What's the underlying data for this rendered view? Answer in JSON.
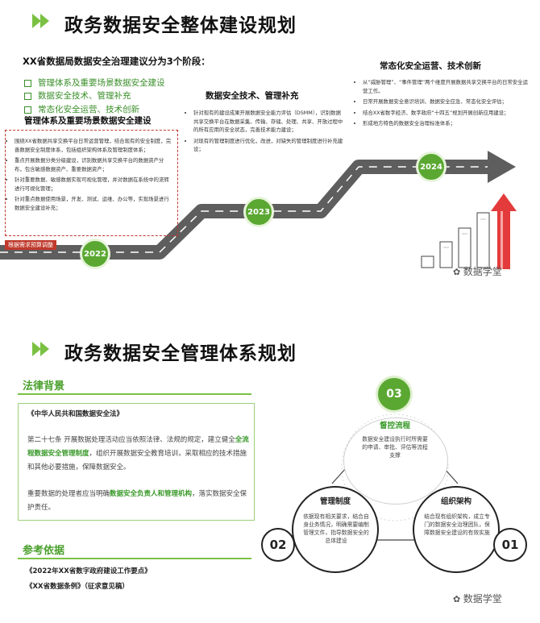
{
  "top": {
    "title": "政务数据安全整体建设规划",
    "subtitle": "XX省数据局数据安全治理建议分为3个阶段：",
    "phases": [
      "管理体系及重要场景数据安全建设",
      "数据安全技术、管理补充",
      "常态化安全运营、技术创新"
    ],
    "stage1": {
      "title": "管理体系及重要场景数据安全建设",
      "year": "2022",
      "items": [
        "围绕XX省数据共享交换平台日常运营管理，结合现有的安全制度，完善数据安全制度体系，包括组织架构体系及管理制度体系；",
        "重点开展数据分类分级建设，识别数据共享交换平台的数据资产分布，包含敏感数据资产、重要数据资产；",
        "针对重要数据、敏感数据实现可视化管理，并对数据在系统中的流转进行可视化管理；",
        "针对重点数据使用场景，开发、测试、运维、办公等，实现场景进行数据安全建设补充；"
      ],
      "tag": "根据需求预算调整"
    },
    "stage2": {
      "title": "数据安全技术、管理补充",
      "year": "2023",
      "items": [
        "针对现有的建设成果开展数据安全能力评估（DSMM），识别数据共享交换平台在数据采集、传输、存储、处理、共享、开放过程中的所有应用的安全状态，完善技术能力建设；",
        "对现有的管理制度进行优化，改进，对缺失的管理制度进行补充建设；"
      ]
    },
    "stage3": {
      "title": "常态化安全运营、技术创新",
      "year": "2024",
      "items": [
        "从“威胁管理”、“事件管理”两个维度开展数据共享交换平台的日常安全运营工作。",
        "日常开展数据安全意识培训、数据安全应急、常态化安全评估；",
        "结合XX省数字经济、数字政府“十四五”规划开展创新应用建设；",
        "形成地方特色的数据安全治理标准体系；"
      ]
    },
    "watermark": "数据学堂"
  },
  "bottom": {
    "title": "政务数据安全管理体系规划",
    "law_section": "法律背景",
    "law_name": "《中华人民共和国数据安全法》",
    "law_p1_a": "第二十七条   开展数据处理活动应当依照法律、法规的规定，建立健全",
    "law_p1_hl": "全流程数据安全管理制度",
    "law_p1_b": "，组织开展数据安全教育培训，采取相应的技术措施和其他必要措施，保障数据安全。",
    "law_p2_a": "重要数据的处理者应当明确",
    "law_p2_hl": "数据安全负责人和管理机构",
    "law_p2_b": "，落实数据安全保护责任。",
    "ref_section": "参考依据",
    "refs": [
      "《2022年XX省数字政府建设工作要点》",
      "《XX省数据条例》（征求意见稿）"
    ],
    "circles": {
      "c03": {
        "num": "03",
        "title": "督控流程",
        "text": "数据安全建设执行时所需要的申请、审批、评估等流程支撑"
      },
      "c02": {
        "num": "02",
        "title": "管理制度",
        "text": "依据现有相关要求，结合自身业务情况，明确需要编制管理文件，指导数据安全的总体建设"
      },
      "c01": {
        "num": "01",
        "title": "组织架构",
        "text": "结合现有组织架构，成立专门的数据安全治理团队，保障数据安全建设的有效实施"
      }
    },
    "watermark": "数据学堂"
  }
}
